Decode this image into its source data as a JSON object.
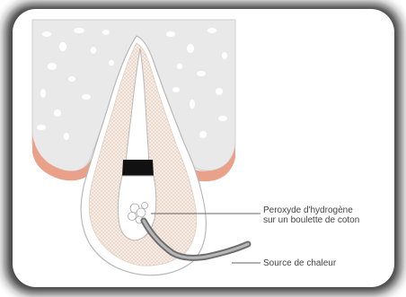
{
  "labels": {
    "peroxide_line1": "Peroxyde d'hydrogène",
    "peroxide_line2": "sur un boulette de coton",
    "heat_source": "Source de chaleur"
  },
  "colors": {
    "background": "#ffffff",
    "bone": "#e9e9e9",
    "bone_pores": "#ffffff",
    "gum": "#e9a18a",
    "root_dentin": "#f4e6dc",
    "enamel": "#ffffff",
    "outline": "#b9b9b9",
    "pulp_canal": "#ffffff",
    "filling": "#111111",
    "instrument": "#8a8a8a",
    "leader_line": "#666666",
    "frame_shadow": "#1a1a1a"
  },
  "icons": [
    "tooth-cross-section",
    "cotton-pellet",
    "heat-instrument"
  ]
}
